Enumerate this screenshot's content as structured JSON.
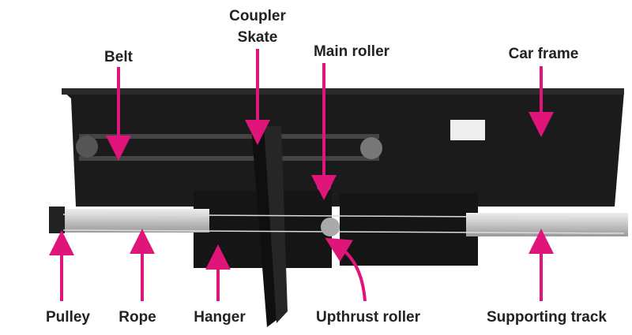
{
  "colors": {
    "arrow": "#e0157a",
    "plate": "#1b1b1b",
    "track": "#c9c9c9"
  },
  "labels": {
    "belt": "Belt",
    "coupler_line1": "Coupler",
    "coupler_line2": "Skate",
    "main_roller": "Main roller",
    "car_frame": "Car frame",
    "pulley": "Pulley",
    "rope": "Rope",
    "hanger": "Hanger",
    "upthrust_roller": "Upthrust roller",
    "supporting_track": "Supporting track"
  }
}
